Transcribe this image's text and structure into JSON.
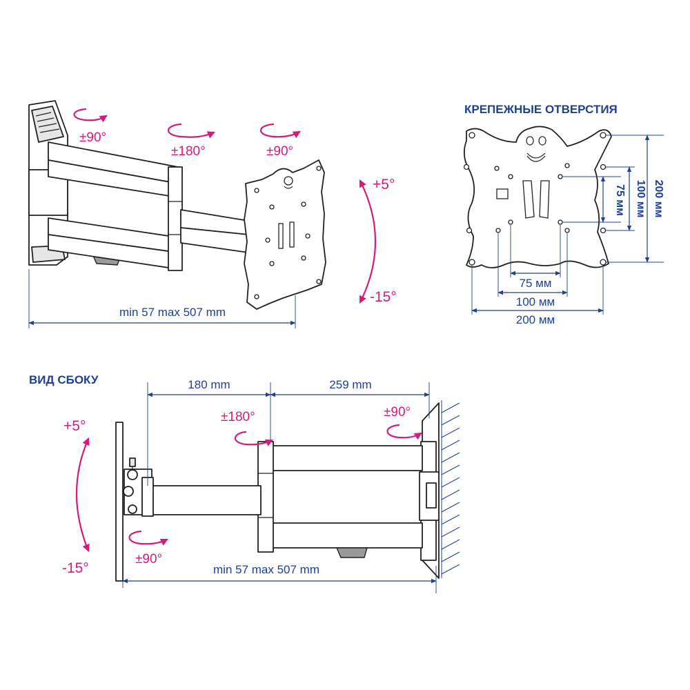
{
  "headings": {
    "mounting_holes": "КРЕПЕЖНЫЕ ОТВЕРСТИЯ",
    "side_view": "ВИД СБОКУ"
  },
  "top_view": {
    "rotation_wall": "±90°",
    "rotation_middle": "±180°",
    "rotation_plate": "±90°",
    "tilt_up": "+5°",
    "tilt_down": "-15°",
    "extension": "min 57 max 507 mm"
  },
  "mounting_holes": {
    "dim_75_h": "75 мм",
    "dim_100_h": "100 мм",
    "dim_200_h": "200 мм",
    "dim_75_v": "75 мм",
    "dim_100_v": "100 мм",
    "dim_200_v": "200 мм"
  },
  "side_view": {
    "arm_length_1": "180 mm",
    "arm_length_2": "259 mm",
    "rotation_middle": "±180°",
    "rotation_wall": "±90°",
    "rotation_plate": "±90°",
    "tilt_up": "+5°",
    "tilt_down": "-15°",
    "extension": "min 57 max 507 mm"
  },
  "colors": {
    "dimension": "#1f3f93",
    "rotation": "#d6197f",
    "outline": "#231f20"
  }
}
